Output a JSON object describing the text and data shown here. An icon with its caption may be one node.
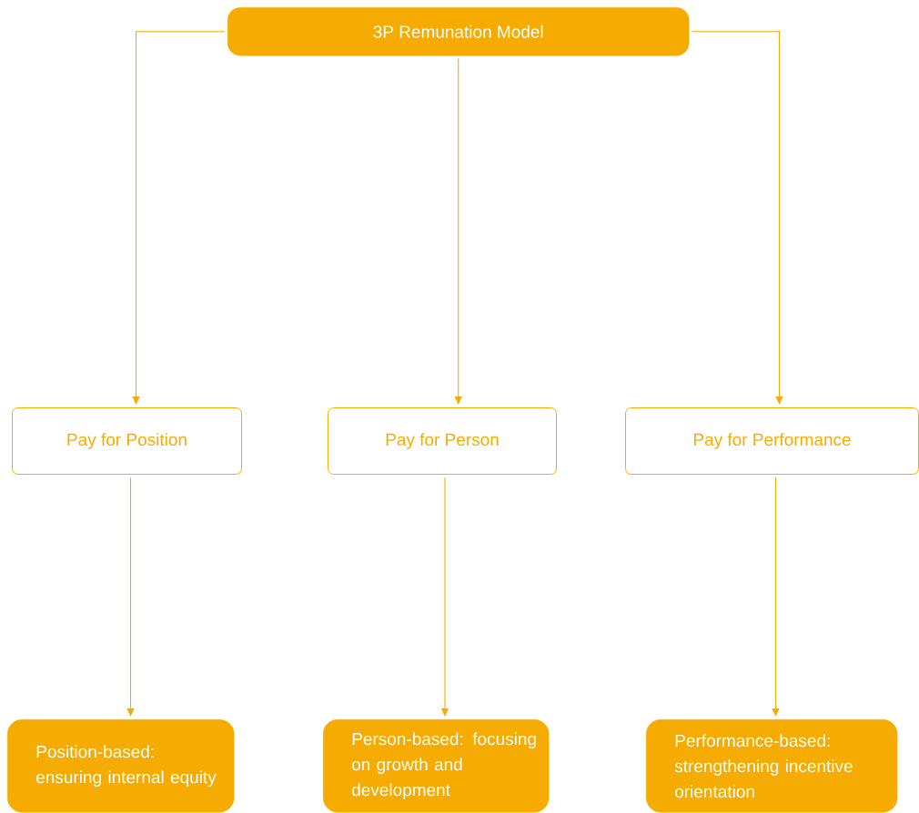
{
  "diagram": {
    "nodes": [
      {
        "text": [
          "3P Remunation Model"
        ]
      },
      {
        "text": [
          "Pay for Position"
        ]
      },
      {
        "text": [
          "Pay for Person"
        ]
      },
      {
        "text": [
          "Pay for Performance"
        ]
      },
      {
        "text": [
          "Position-based: ensuring internal equity"
        ]
      },
      {
        "text": [
          "Person-based: focusing on growth and development"
        ]
      },
      {
        "text": [
          "Performance-based: strengthening incentive orientation"
        ]
      }
    ],
    "edges": [
      {
        "from": 0,
        "to": 1,
        "arrow": "to"
      },
      {
        "from": 0,
        "to": 2,
        "arrow": "to"
      },
      {
        "from": 0,
        "to": 3,
        "arrow": "to"
      },
      {
        "from": 1,
        "to": 4,
        "arrow": "to"
      },
      {
        "from": 2,
        "to": 5,
        "arrow": "to"
      },
      {
        "from": 3,
        "to": 6,
        "arrow": "to"
      }
    ]
  }
}
